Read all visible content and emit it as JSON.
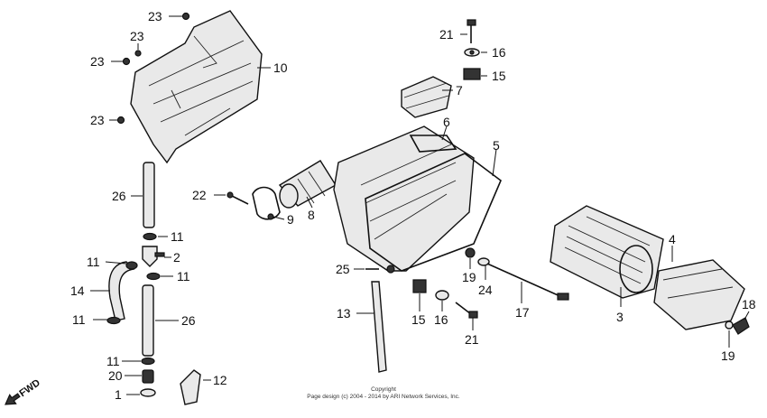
{
  "callouts": [
    "23",
    "23",
    "23",
    "23",
    "10",
    "21",
    "16",
    "15",
    "7",
    "6",
    "5",
    "22",
    "8",
    "9",
    "26",
    "11",
    "2",
    "11",
    "11",
    "14",
    "11",
    "26",
    "25",
    "19",
    "24",
    "17",
    "4",
    "3",
    "15",
    "16",
    "21",
    "13",
    "11",
    "20",
    "12",
    "1",
    "18",
    "19"
  ],
  "fwd_label": "FWD",
  "copyright_line1": "Copyright",
  "copyright_line2": "Page design (c) 2004 - 2014 by ARI Network Services, Inc."
}
